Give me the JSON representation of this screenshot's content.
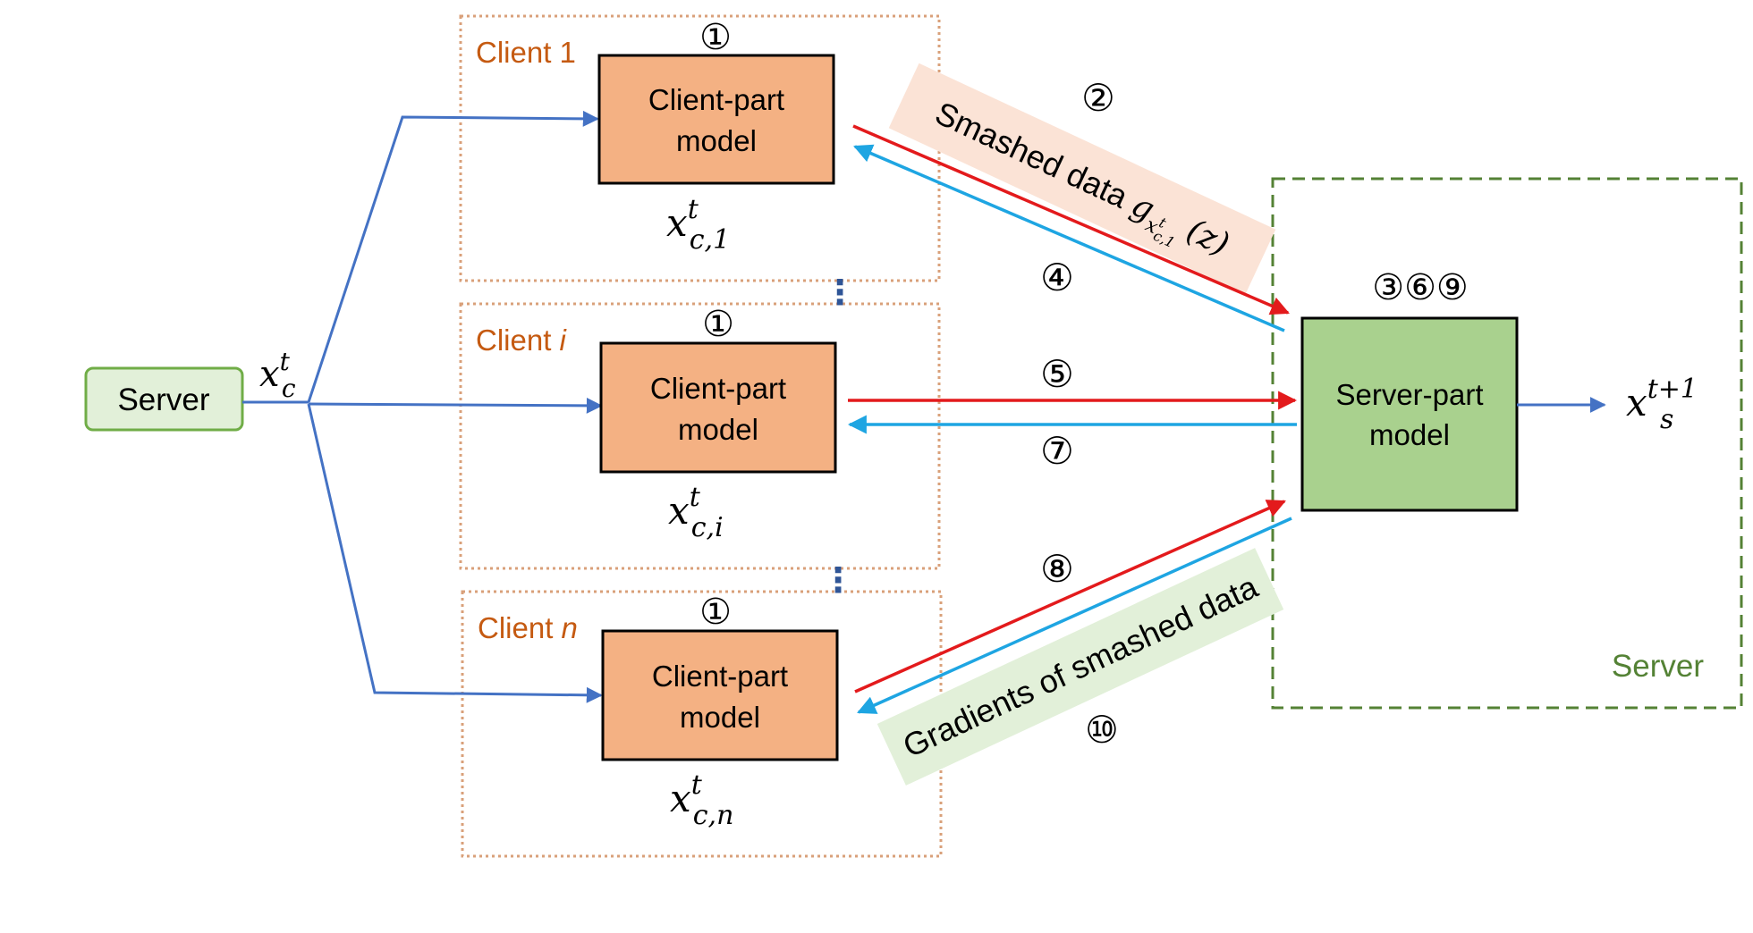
{
  "colors": {
    "client_box_fill": "#f4b183",
    "server_box_fill": "#a9d18e",
    "server_label_fill": "#e2f0d9",
    "server_label_border": "#70ad47",
    "client_label_text": "#c55a11",
    "client_frame": "#d9a07a",
    "server_frame": "#548235",
    "server_frame_label": "#548235",
    "link_blue": "#4472c4",
    "forward_red": "#e31a1c",
    "backward_cyan": "#1ea5e2",
    "smashed_band": "#fbe3d6",
    "gradient_band": "#e2f0d9"
  },
  "server_node": {
    "label": "Server"
  },
  "broadcast": {
    "var": "x",
    "sup": "t",
    "sub": "c"
  },
  "clients": [
    {
      "title": "Client ",
      "title_index": "1",
      "box_line1": "Client-part",
      "box_line2": "model",
      "step": "①",
      "param": {
        "var": "x",
        "sup": "t",
        "sub": "c,1"
      }
    },
    {
      "title": "Client ",
      "title_index": "i",
      "box_line1": "Client-part",
      "box_line2": "model",
      "step": "①",
      "param": {
        "var": "x",
        "sup": "t",
        "sub": "c,i"
      }
    },
    {
      "title": "Client ",
      "title_index": "n",
      "box_line1": "Client-part",
      "box_line2": "model",
      "step": "①",
      "param": {
        "var": "x",
        "sup": "t",
        "sub": "c,n"
      }
    }
  ],
  "server_part": {
    "box_line1": "Server-part",
    "box_line2": "model",
    "steps": "③⑥⑨",
    "output": {
      "var": "x",
      "sup": "t+1",
      "sub": "s"
    },
    "frame_label": "Server"
  },
  "steps": {
    "s2": "②",
    "s4": "④",
    "s5": "⑤",
    "s7": "⑦",
    "s8": "⑧",
    "s10": "⑩"
  },
  "bands": {
    "smashed": {
      "text": "Smashed data ",
      "math_var": "g",
      "math_sub_var": "x",
      "math_sub_sup": "t",
      "math_sub_sub": "c,1",
      "math_arg": "(z)"
    },
    "gradients": {
      "text": "Gradients of smashed data"
    }
  },
  "ellipsis": "⋮"
}
